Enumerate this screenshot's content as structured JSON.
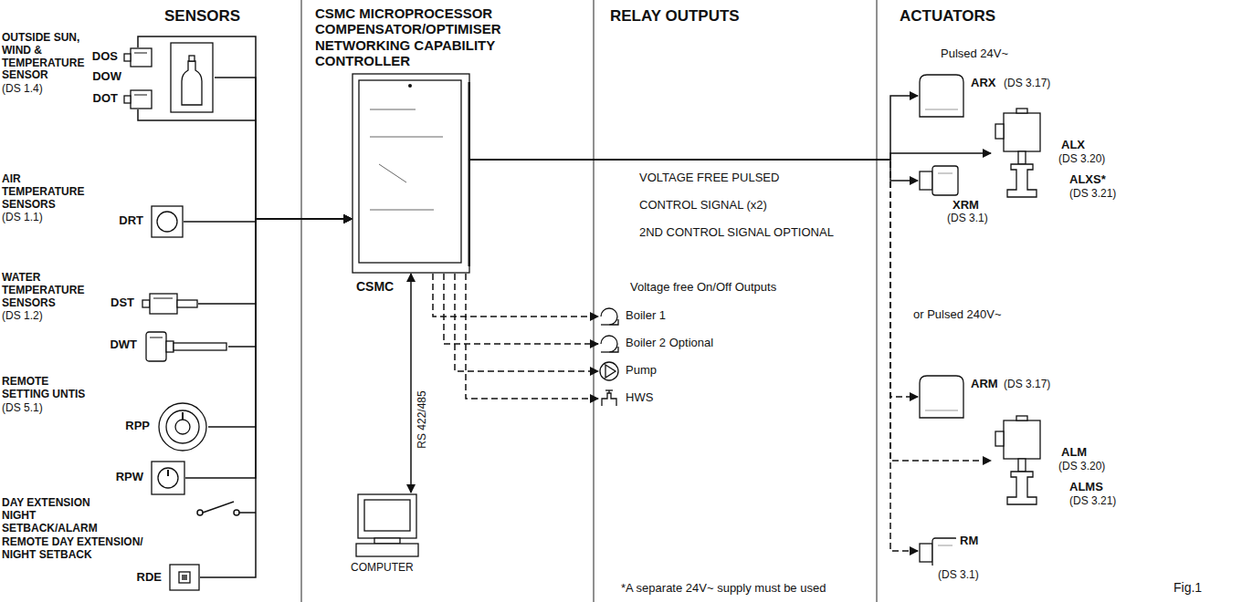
{
  "diagram": {
    "nodes": [
      {
        "text": [
          "DOS"
        ]
      },
      {
        "text": [
          "DOW"
        ]
      },
      {
        "text": [
          "DOT"
        ]
      },
      {
        "text": [
          "DRT"
        ]
      },
      {
        "text": [
          "DST"
        ]
      },
      {
        "text": [
          "DWT"
        ]
      },
      {
        "text": [
          "RPP"
        ]
      },
      {
        "text": [
          "RPW"
        ]
      },
      {
        "text": [
          "RDE"
        ]
      },
      {
        "text": [
          "CSMC"
        ]
      },
      {
        "text": [
          "COMPUTER"
        ]
      },
      {
        "text": [
          "Boiler 1"
        ]
      },
      {
        "text": [
          "Boiler 2 Optional"
        ]
      },
      {
        "text": [
          "Pump"
        ]
      },
      {
        "text": [
          "HWS"
        ]
      },
      {
        "text": [
          "ARX",
          "(DS 3.17)"
        ]
      },
      {
        "text": [
          "ALX",
          "(DS 3.20)",
          "ALXS*",
          "(DS 3.21)"
        ]
      },
      {
        "text": [
          "XRM",
          "(DS 3.1)"
        ]
      },
      {
        "text": [
          "ARM",
          "(DS 3.17)"
        ]
      },
      {
        "text": [
          "ALM",
          "(DS 3.20)",
          "ALMS",
          "(DS 3.21)"
        ]
      },
      {
        "text": [
          "RM",
          "(DS 3.1)"
        ]
      }
    ],
    "edges": [
      {
        "from": 0,
        "to": 9,
        "arrow": "to"
      },
      {
        "from": 1,
        "to": 9,
        "arrow": "to"
      },
      {
        "from": 2,
        "to": 9,
        "arrow": "to"
      },
      {
        "from": 3,
        "to": 9,
        "arrow": "to"
      },
      {
        "from": 4,
        "to": 9,
        "arrow": "to"
      },
      {
        "from": 5,
        "to": 9,
        "arrow": "to"
      },
      {
        "from": 6,
        "to": 9,
        "arrow": "to"
      },
      {
        "from": 7,
        "to": 9,
        "arrow": "to"
      },
      {
        "from": 8,
        "to": 9,
        "arrow": "to"
      },
      {
        "from": 9,
        "to": 10,
        "arrow": "both"
      },
      {
        "from": 9,
        "to": 11,
        "arrow": "to"
      },
      {
        "from": 9,
        "to": 12,
        "arrow": "to"
      },
      {
        "from": 9,
        "to": 13,
        "arrow": "to"
      },
      {
        "from": 9,
        "to": 14,
        "arrow": "to"
      },
      {
        "from": 9,
        "to": 15,
        "arrow": "to"
      },
      {
        "from": 9,
        "to": 16,
        "arrow": "to"
      },
      {
        "from": 9,
        "to": 17,
        "arrow": "to"
      },
      {
        "from": 9,
        "to": 18,
        "arrow": "to"
      },
      {
        "from": 9,
        "to": 19,
        "arrow": "to"
      },
      {
        "from": 9,
        "to": 20,
        "arrow": "to"
      }
    ],
    "labels": [
      "SENSORS",
      "CSMC MICROPROCESSOR COMPENSATOR/OPTIMISER NETWORKING CAPABILITY CONTROLLER",
      "RELAY OUTPUTS",
      "ACTUATORS",
      "OUTSIDE SUN, WIND & TEMPERATURE SENSOR",
      "(DS 1.4)",
      "AIR TEMPERATURE SENSORS",
      "(DS 1.1)",
      "WATER TEMPERATURE SENSORS",
      "(DS 1.2)",
      "REMOTE SETTING UNTIS",
      "(DS 5.1)",
      "DAY EXTENSION NIGHT SETBACK/ALARM",
      "REMOTE DAY EXTENSION/ NIGHT SETBACK",
      "VOLTAGE FREE PULSED",
      "CONTROL SIGNAL (x2)",
      "2ND CONTROL SIGNAL OPTIONAL",
      "Voltage free On/Off Outputs",
      "RS 422/485",
      "Pulsed 24V~",
      "or Pulsed 240V~",
      "*A separate 24V~ supply must be used",
      "Fig.1"
    ]
  }
}
